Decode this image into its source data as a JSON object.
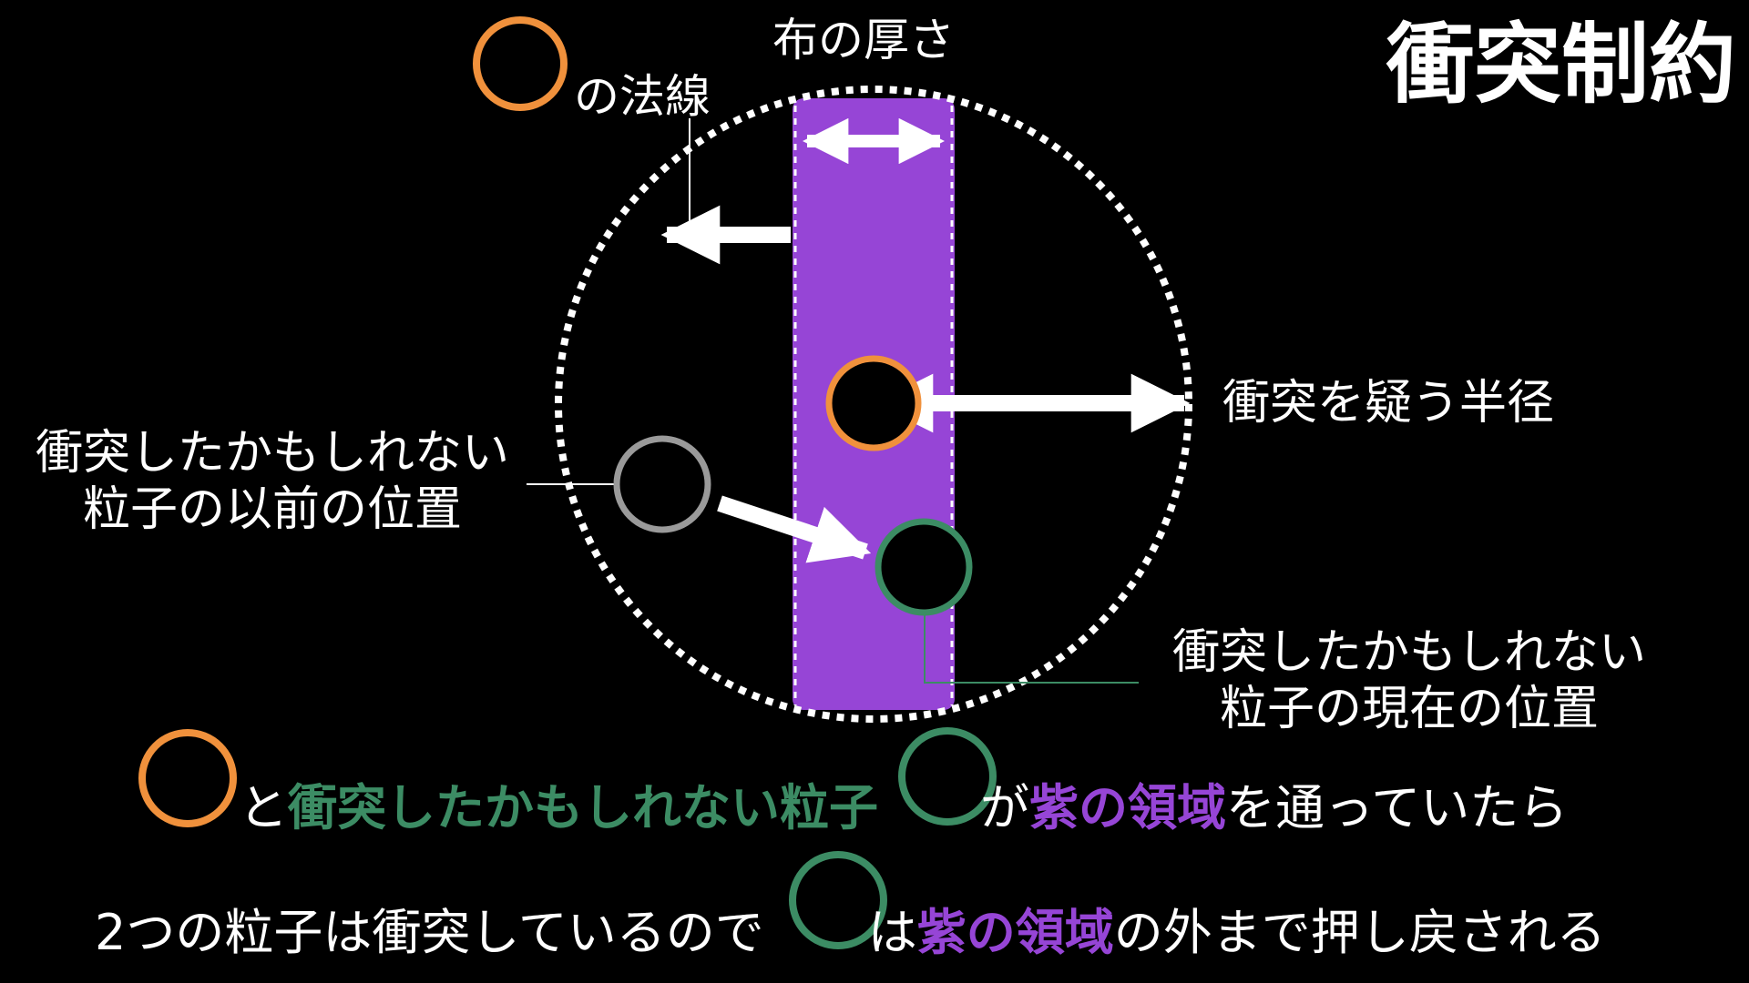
{
  "title": "衝突制約",
  "labels": {
    "thickness": "布の厚さ",
    "normal": "の法線",
    "radius": "衝突を疑う半径",
    "prev_line1": "衝突したかもしれない",
    "prev_line2": "粒子の以前の位置",
    "curr_line1": "衝突したかもしれない",
    "curr_line2": "粒子の現在の位置"
  },
  "sentence1": {
    "part1": "と",
    "part2": "衝突したかもしれない粒子",
    "part3": "が",
    "part4": "紫の領域",
    "part5": "を通っていたら"
  },
  "sentence2": {
    "part1": "2つの粒子は衝突しているので",
    "part2": "は",
    "part3": "紫の領域",
    "part4": "の外まで押し戻される"
  },
  "colors": {
    "background": "#000000",
    "cloth_region": "#9645d6",
    "orange_particle": "#f0913c",
    "gray_particle": "#9a9a9a",
    "green_particle": "#3c8c64",
    "text": "#ffffff"
  }
}
